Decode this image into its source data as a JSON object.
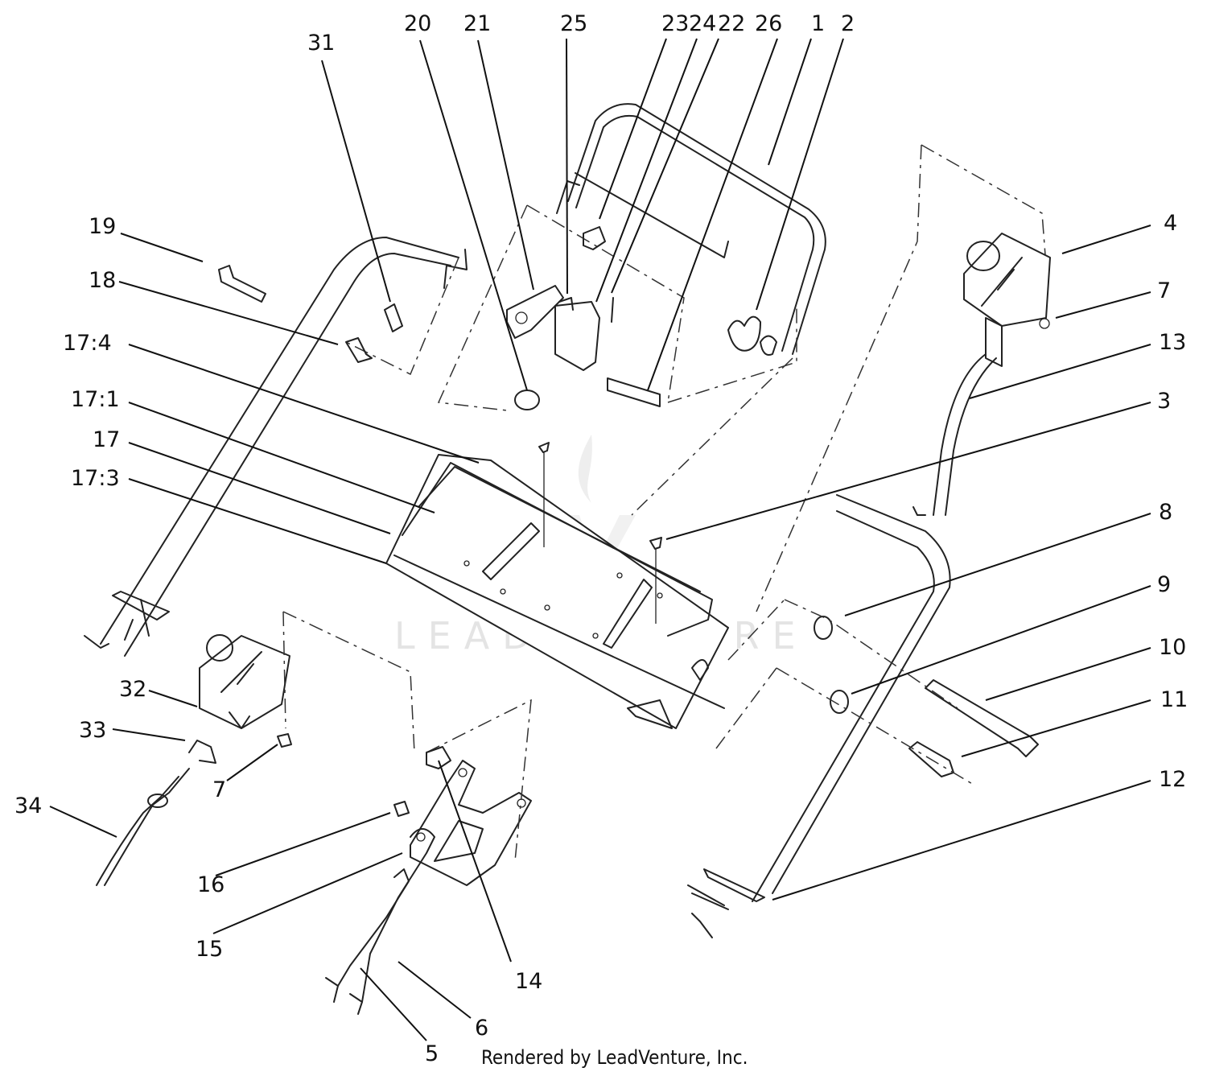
{
  "diagram": {
    "credit": "Rendered by LeadVenture, Inc.",
    "watermark": "LEADVENTURE",
    "callouts": [
      "20",
      "21",
      "25",
      "23",
      "24",
      "22",
      "26",
      "1",
      "2",
      "31",
      "19",
      "18",
      "17:4",
      "17:1",
      "17",
      "17:3",
      "4",
      "7",
      "13",
      "3",
      "8",
      "9",
      "10",
      "11",
      "12",
      "32",
      "33",
      "7",
      "34",
      "16",
      "15",
      "14",
      "6",
      "5"
    ]
  }
}
